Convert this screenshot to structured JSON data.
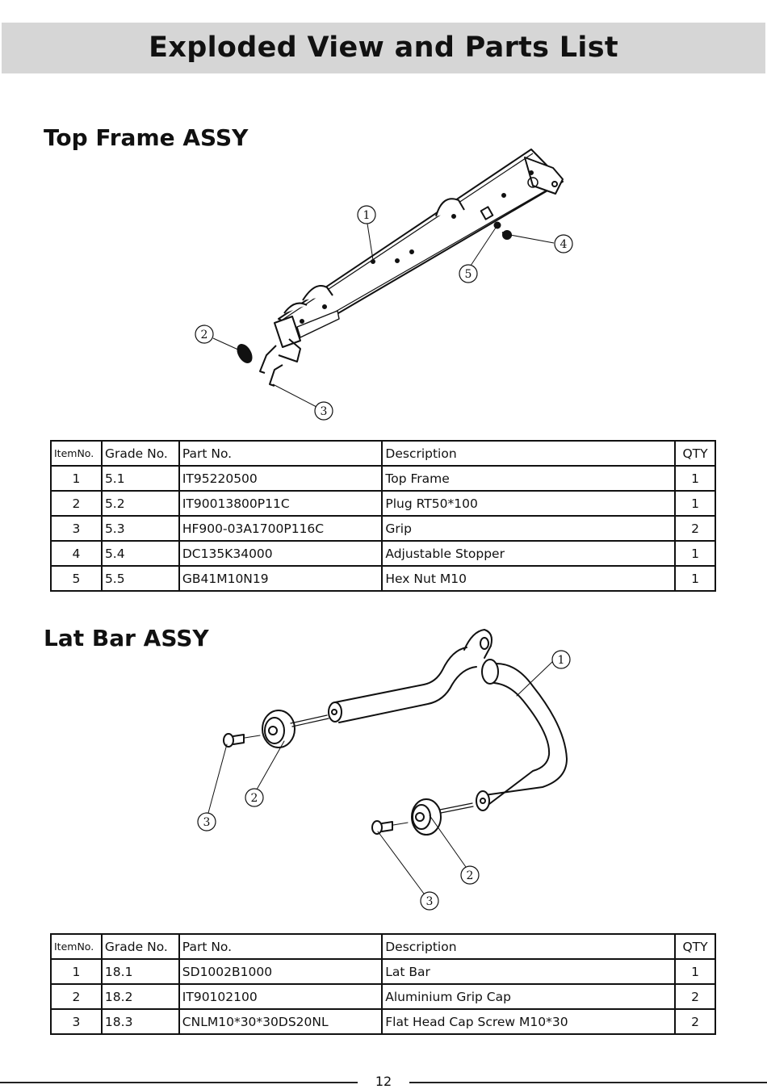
{
  "page": {
    "title": "Exploded View and Parts List",
    "page_number": "12"
  },
  "headers": {
    "item_no": "ItemNo.",
    "grade_no": "Grade No.",
    "part_no": "Part No.",
    "description": "Description",
    "qty": "QTY"
  },
  "top_frame": {
    "title": "Top Frame ASSY",
    "callouts": [
      "1",
      "2",
      "3",
      "4",
      "5"
    ],
    "rows": [
      {
        "item": "1",
        "grade": "5.1",
        "part": "IT95220500",
        "desc": "Top Frame",
        "qty": "1"
      },
      {
        "item": "2",
        "grade": "5.2",
        "part": "IT90013800P11C",
        "desc": "Plug RT50*100",
        "qty": "1"
      },
      {
        "item": "3",
        "grade": "5.3",
        "part": "HF900-03A1700P116C",
        "desc": "Grip",
        "qty": "2"
      },
      {
        "item": "4",
        "grade": "5.4",
        "part": "DC135K34000",
        "desc": "Adjustable Stopper",
        "qty": "1"
      },
      {
        "item": "5",
        "grade": "5.5",
        "part": "GB41M10N19",
        "desc": "Hex Nut M10",
        "qty": "1"
      }
    ]
  },
  "lat_bar": {
    "title": "Lat Bar ASSY",
    "callouts": [
      "1",
      "2",
      "3",
      "2",
      "3"
    ],
    "rows": [
      {
        "item": "1",
        "grade": "18.1",
        "part": "SD1002B1000",
        "desc": "Lat Bar",
        "qty": "1"
      },
      {
        "item": "2",
        "grade": "18.2",
        "part": "IT90102100",
        "desc": "Aluminium Grip Cap",
        "qty": "2"
      },
      {
        "item": "3",
        "grade": "18.3",
        "part": "CNLM10*30*30DS20NL",
        "desc": "Flat Head Cap Screw M10*30",
        "qty": "2"
      }
    ]
  }
}
